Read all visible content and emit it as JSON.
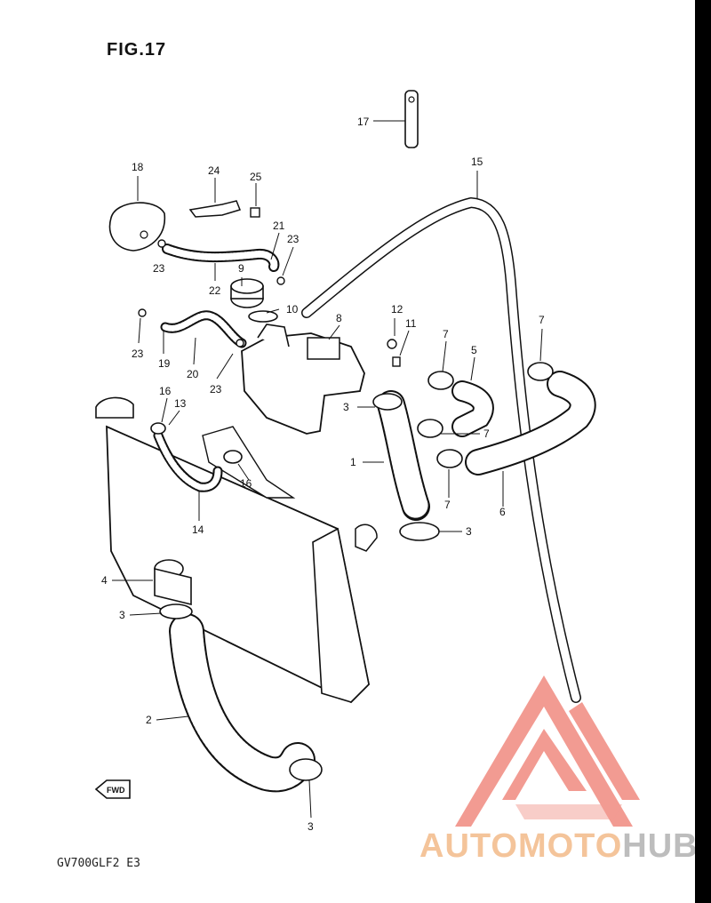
{
  "figure": {
    "title": "FIG.17",
    "model_code": "GV700GLF2  E3"
  },
  "callouts": [
    {
      "id": "17",
      "label": "17"
    },
    {
      "id": "15",
      "label": "15"
    },
    {
      "id": "18",
      "label": "18"
    },
    {
      "id": "24",
      "label": "24"
    },
    {
      "id": "25",
      "label": "25"
    },
    {
      "id": "21",
      "label": "21"
    },
    {
      "id": "23a",
      "label": "23"
    },
    {
      "id": "23b",
      "label": "23"
    },
    {
      "id": "22",
      "label": "22"
    },
    {
      "id": "9",
      "label": "9"
    },
    {
      "id": "10",
      "label": "10"
    },
    {
      "id": "23c",
      "label": "23"
    },
    {
      "id": "19",
      "label": "19"
    },
    {
      "id": "20",
      "label": "20"
    },
    {
      "id": "23d",
      "label": "23"
    },
    {
      "id": "8",
      "label": "8"
    },
    {
      "id": "12",
      "label": "12"
    },
    {
      "id": "11",
      "label": "11"
    },
    {
      "id": "7a",
      "label": "7"
    },
    {
      "id": "5",
      "label": "5"
    },
    {
      "id": "7b",
      "label": "7"
    },
    {
      "id": "3a",
      "label": "3"
    },
    {
      "id": "16a",
      "label": "16"
    },
    {
      "id": "13",
      "label": "13"
    },
    {
      "id": "7c",
      "label": "7"
    },
    {
      "id": "1",
      "label": "1"
    },
    {
      "id": "16b",
      "label": "16"
    },
    {
      "id": "7d",
      "label": "7"
    },
    {
      "id": "6",
      "label": "6"
    },
    {
      "id": "14",
      "label": "14"
    },
    {
      "id": "3b",
      "label": "3"
    },
    {
      "id": "4",
      "label": "4"
    },
    {
      "id": "3c",
      "label": "3"
    },
    {
      "id": "2",
      "label": "2"
    },
    {
      "id": "3d",
      "label": "3"
    }
  ],
  "fwd_marker": "FWD",
  "watermark": {
    "part_a": "AUTOMOTO",
    "part_b": "HUB",
    "logo_color": "#f08a80",
    "text_color_a": "#f4c49a",
    "text_color_b": "#bdbdbd"
  }
}
